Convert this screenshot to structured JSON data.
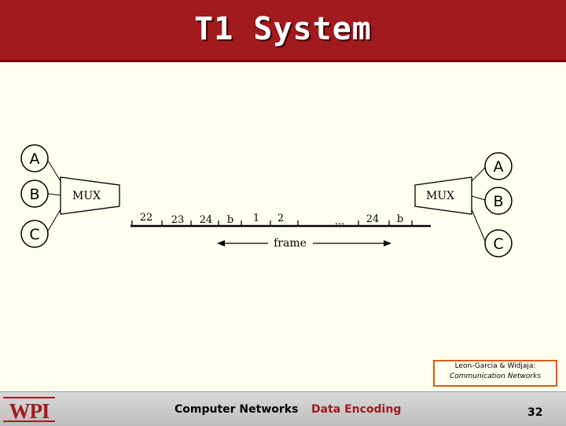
{
  "title": "T1 System",
  "left_sources": [
    "A",
    "B",
    "C"
  ],
  "right_sources": [
    "A",
    "B",
    "C"
  ],
  "mux_left": "MUX",
  "mux_right": "MUX",
  "slots": [
    "22",
    "23",
    "24",
    "b",
    "1",
    "2",
    "...",
    "24",
    "b"
  ],
  "frame_label": "frame",
  "citation": {
    "line1": "Leon-Garcia & Widjaja:",
    "line2": "Communication Networks"
  },
  "footer": {
    "logo": "WPI",
    "course": "Computer Networks",
    "topic": "Data Encoding",
    "page": "32"
  },
  "colors": {
    "title_bar": "#A11A1E",
    "background": "#FFFFF0",
    "citation_border": "#E05A00",
    "topic_text": "#A11A1E"
  }
}
